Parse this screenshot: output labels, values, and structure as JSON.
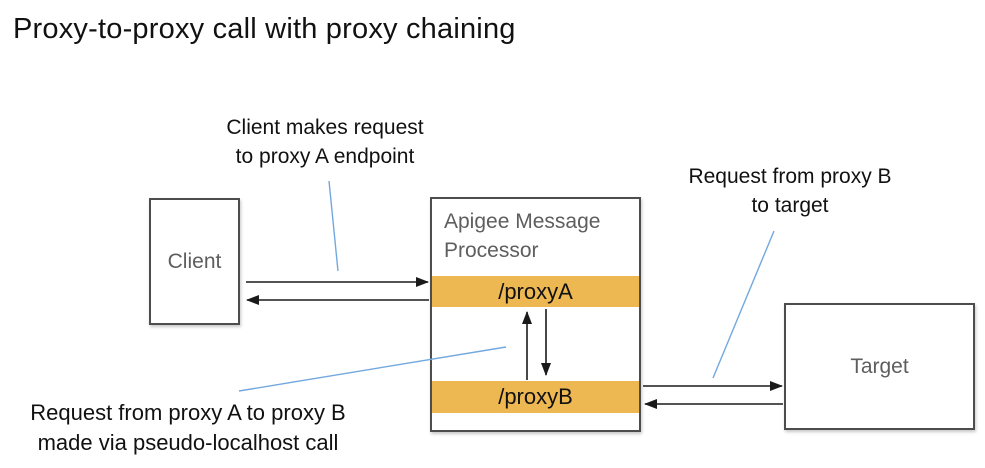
{
  "title": "Proxy-to-proxy call with proxy chaining",
  "annotations": {
    "client_request": {
      "line1": "Client makes request",
      "line2": "to proxy A endpoint"
    },
    "proxyb_to_target": {
      "line1": "Request from proxy B",
      "line2": "to target"
    },
    "proxya_to_proxyb": {
      "line1": "Request from proxy A to proxy B",
      "line2": "made via pseudo-localhost call"
    }
  },
  "nodes": {
    "client": {
      "label": "Client"
    },
    "message_processor": {
      "title": "Apigee Message Processor",
      "endpoints": [
        {
          "label": "/proxyA"
        },
        {
          "label": "/proxyB"
        }
      ]
    },
    "target": {
      "label": "Target"
    }
  },
  "colors": {
    "endpoint_bar": "#EDB752",
    "callout_line": "#73A8DE",
    "arrow": "#1a1a1a",
    "node_border": "#4d4d4d",
    "node_label": "#5e5e5e",
    "text": "#111111"
  }
}
